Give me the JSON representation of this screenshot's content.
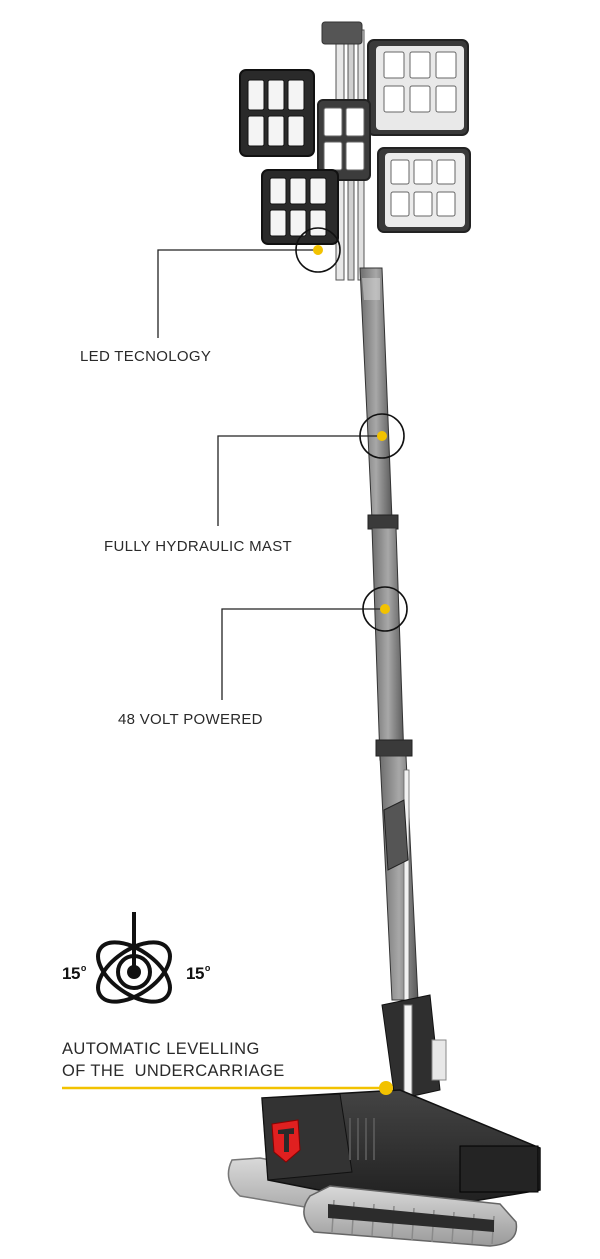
{
  "callouts": {
    "led": "LED TECNOLOGY",
    "mast": "FULLY HYDRAULIC MAST",
    "volt": "48 VOLT POWERED"
  },
  "levelling": {
    "line1": "AUTOMATIC LEVELLING",
    "line2": "OF THE  UNDERCARRIAGE",
    "angle_left": "15",
    "angle_right": "15",
    "degree_mark": "o"
  },
  "colors": {
    "accent": "#f2c200",
    "machine_dark": "#2b2b2b",
    "machine_light": "#cfcfcf",
    "logo_red": "#e02020"
  },
  "icons": [
    "levelling-gyro-icon",
    "brand-logo-icon"
  ]
}
